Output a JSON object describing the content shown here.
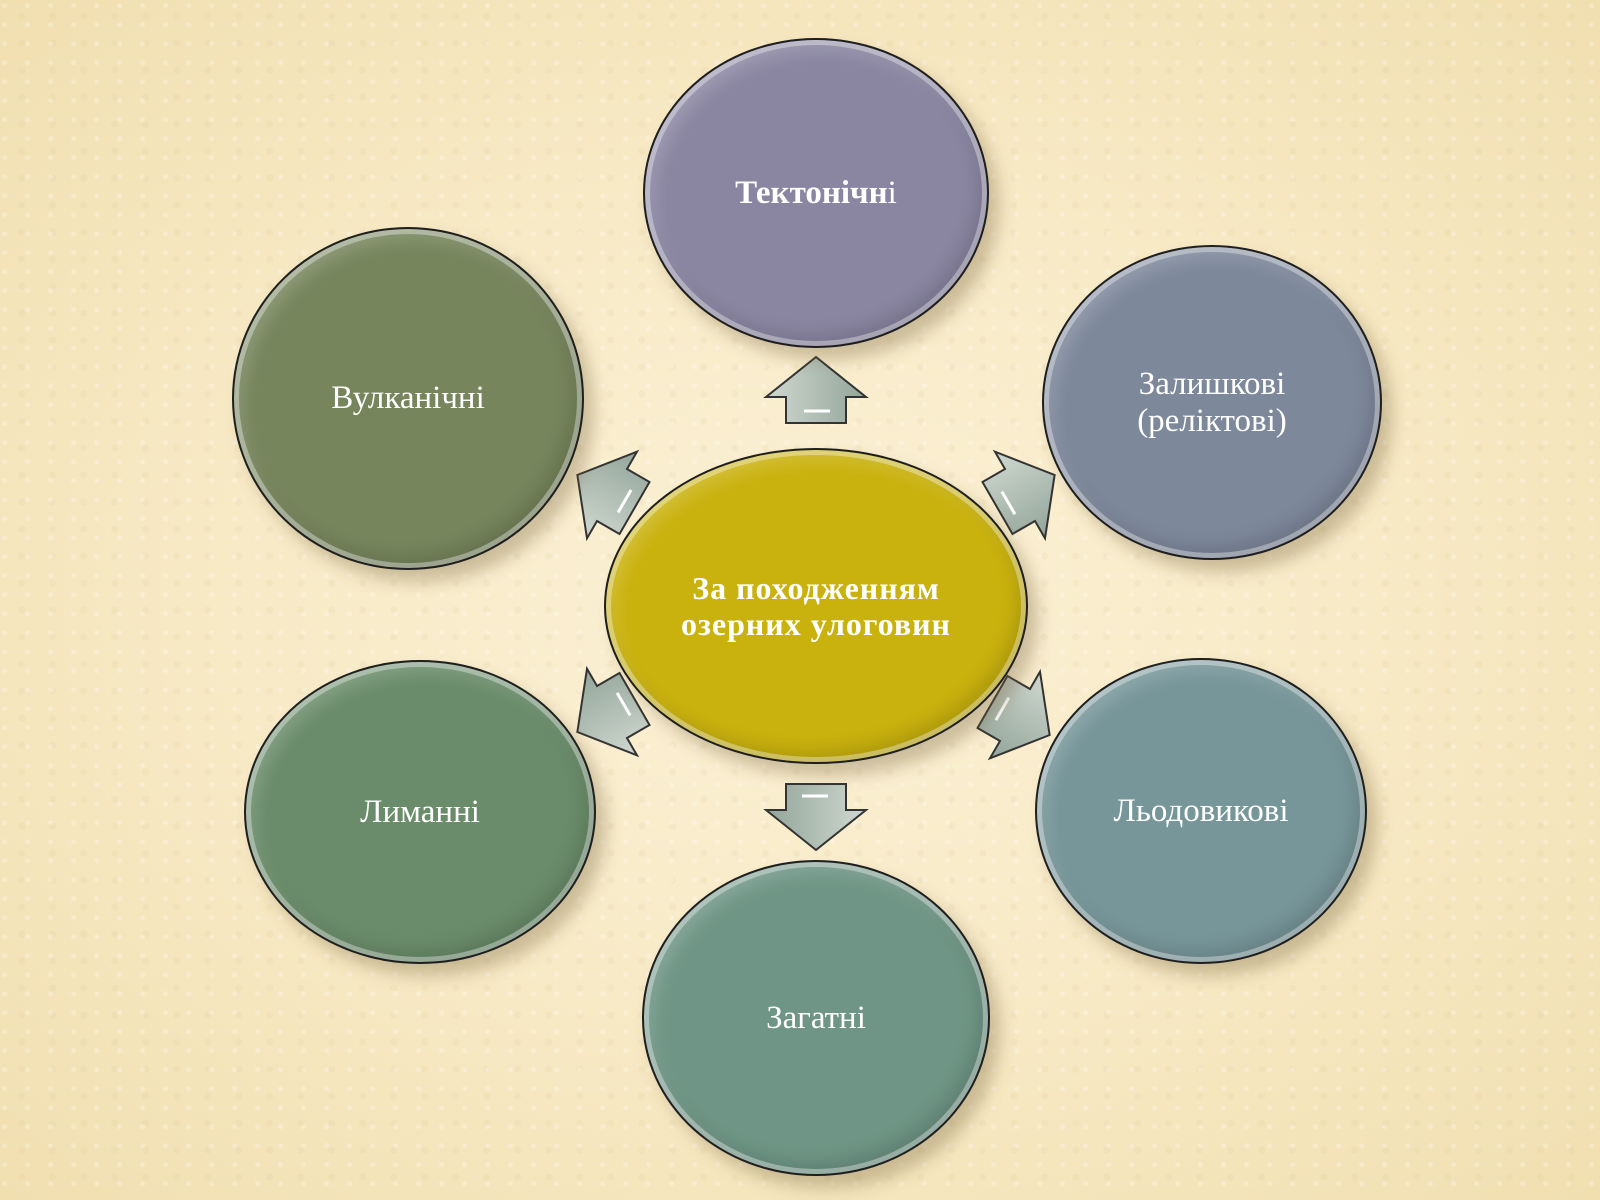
{
  "center": {
    "label": "За походженням озерних улоговин",
    "color": "#c9b20e"
  },
  "categories": [
    {
      "id": "tectonic",
      "label_main": "Тектонічн",
      "label_tail": "і",
      "color": "#8a86a2"
    },
    {
      "id": "relict",
      "label": "Залишкові (реліктові)",
      "color": "#7d889b"
    },
    {
      "id": "glacial",
      "label": "Льодовикові",
      "color": "#77969a"
    },
    {
      "id": "dammed",
      "label": "Загатні",
      "color": "#6e9585"
    },
    {
      "id": "liman",
      "label": "Лиманні",
      "color": "#6a8c6a"
    },
    {
      "id": "volcanic",
      "label": "Вулканічні",
      "color": "#76855c"
    }
  ]
}
